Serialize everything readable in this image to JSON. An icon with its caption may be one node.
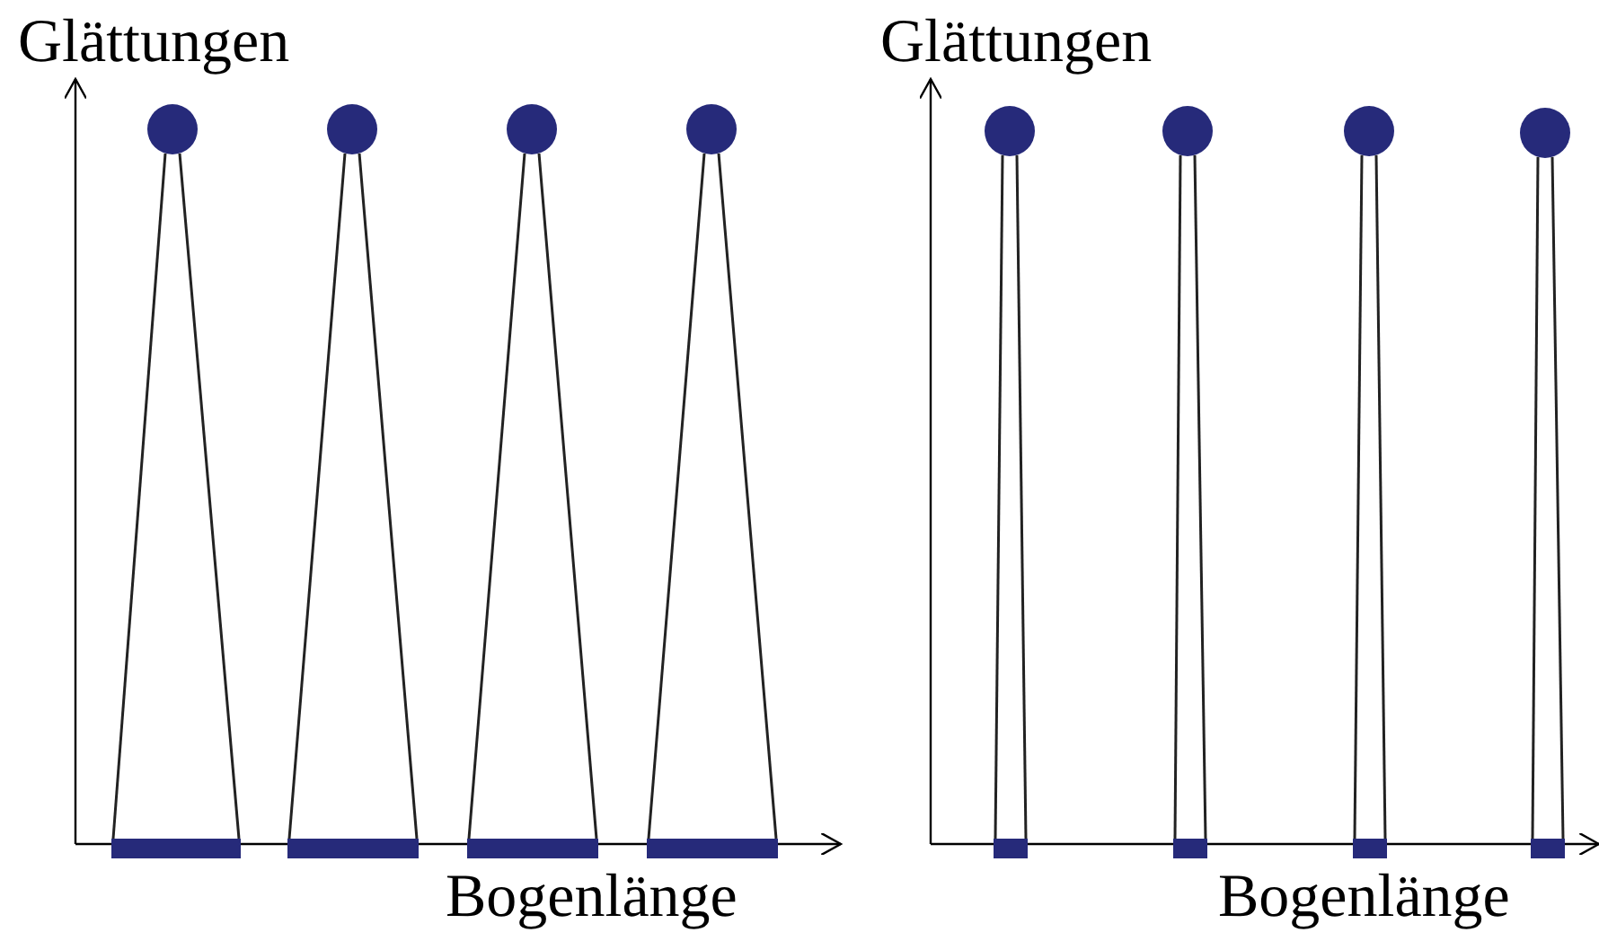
{
  "diagram": {
    "nodes": [
      {
        "text": [],
        "shape": "circle"
      },
      {
        "text": [],
        "shape": "circle"
      },
      {
        "text": [],
        "shape": "circle"
      },
      {
        "text": [],
        "shape": "circle"
      },
      {
        "text": [],
        "shape": "bar"
      },
      {
        "text": [],
        "shape": "bar"
      },
      {
        "text": [],
        "shape": "bar"
      },
      {
        "text": [],
        "shape": "bar"
      },
      {
        "text": [],
        "shape": "circle"
      },
      {
        "text": [],
        "shape": "circle"
      },
      {
        "text": [],
        "shape": "circle"
      },
      {
        "text": [],
        "shape": "circle"
      },
      {
        "text": [],
        "shape": "bar"
      },
      {
        "text": [],
        "shape": "bar"
      },
      {
        "text": [],
        "shape": "bar"
      },
      {
        "text": [],
        "shape": "bar"
      }
    ],
    "edges": [
      {
        "from": 0,
        "to": 4,
        "arrow": "none"
      },
      {
        "from": 0,
        "to": 4,
        "arrow": "none"
      },
      {
        "from": 1,
        "to": 5,
        "arrow": "none"
      },
      {
        "from": 1,
        "to": 5,
        "arrow": "none"
      },
      {
        "from": 2,
        "to": 6,
        "arrow": "none"
      },
      {
        "from": 2,
        "to": 6,
        "arrow": "none"
      },
      {
        "from": 3,
        "to": 7,
        "arrow": "none"
      },
      {
        "from": 3,
        "to": 7,
        "arrow": "none"
      },
      {
        "from": 8,
        "to": 12,
        "arrow": "none"
      },
      {
        "from": 8,
        "to": 12,
        "arrow": "none"
      },
      {
        "from": 9,
        "to": 13,
        "arrow": "none"
      },
      {
        "from": 9,
        "to": 13,
        "arrow": "none"
      },
      {
        "from": 10,
        "to": 14,
        "arrow": "none"
      },
      {
        "from": 10,
        "to": 14,
        "arrow": "none"
      },
      {
        "from": 11,
        "to": 15,
        "arrow": "none"
      },
      {
        "from": 11,
        "to": 15,
        "arrow": "none"
      }
    ],
    "labels": [
      "Glättungen",
      "Glättungen",
      "Bogenlänge",
      "Bogenlänge"
    ]
  }
}
